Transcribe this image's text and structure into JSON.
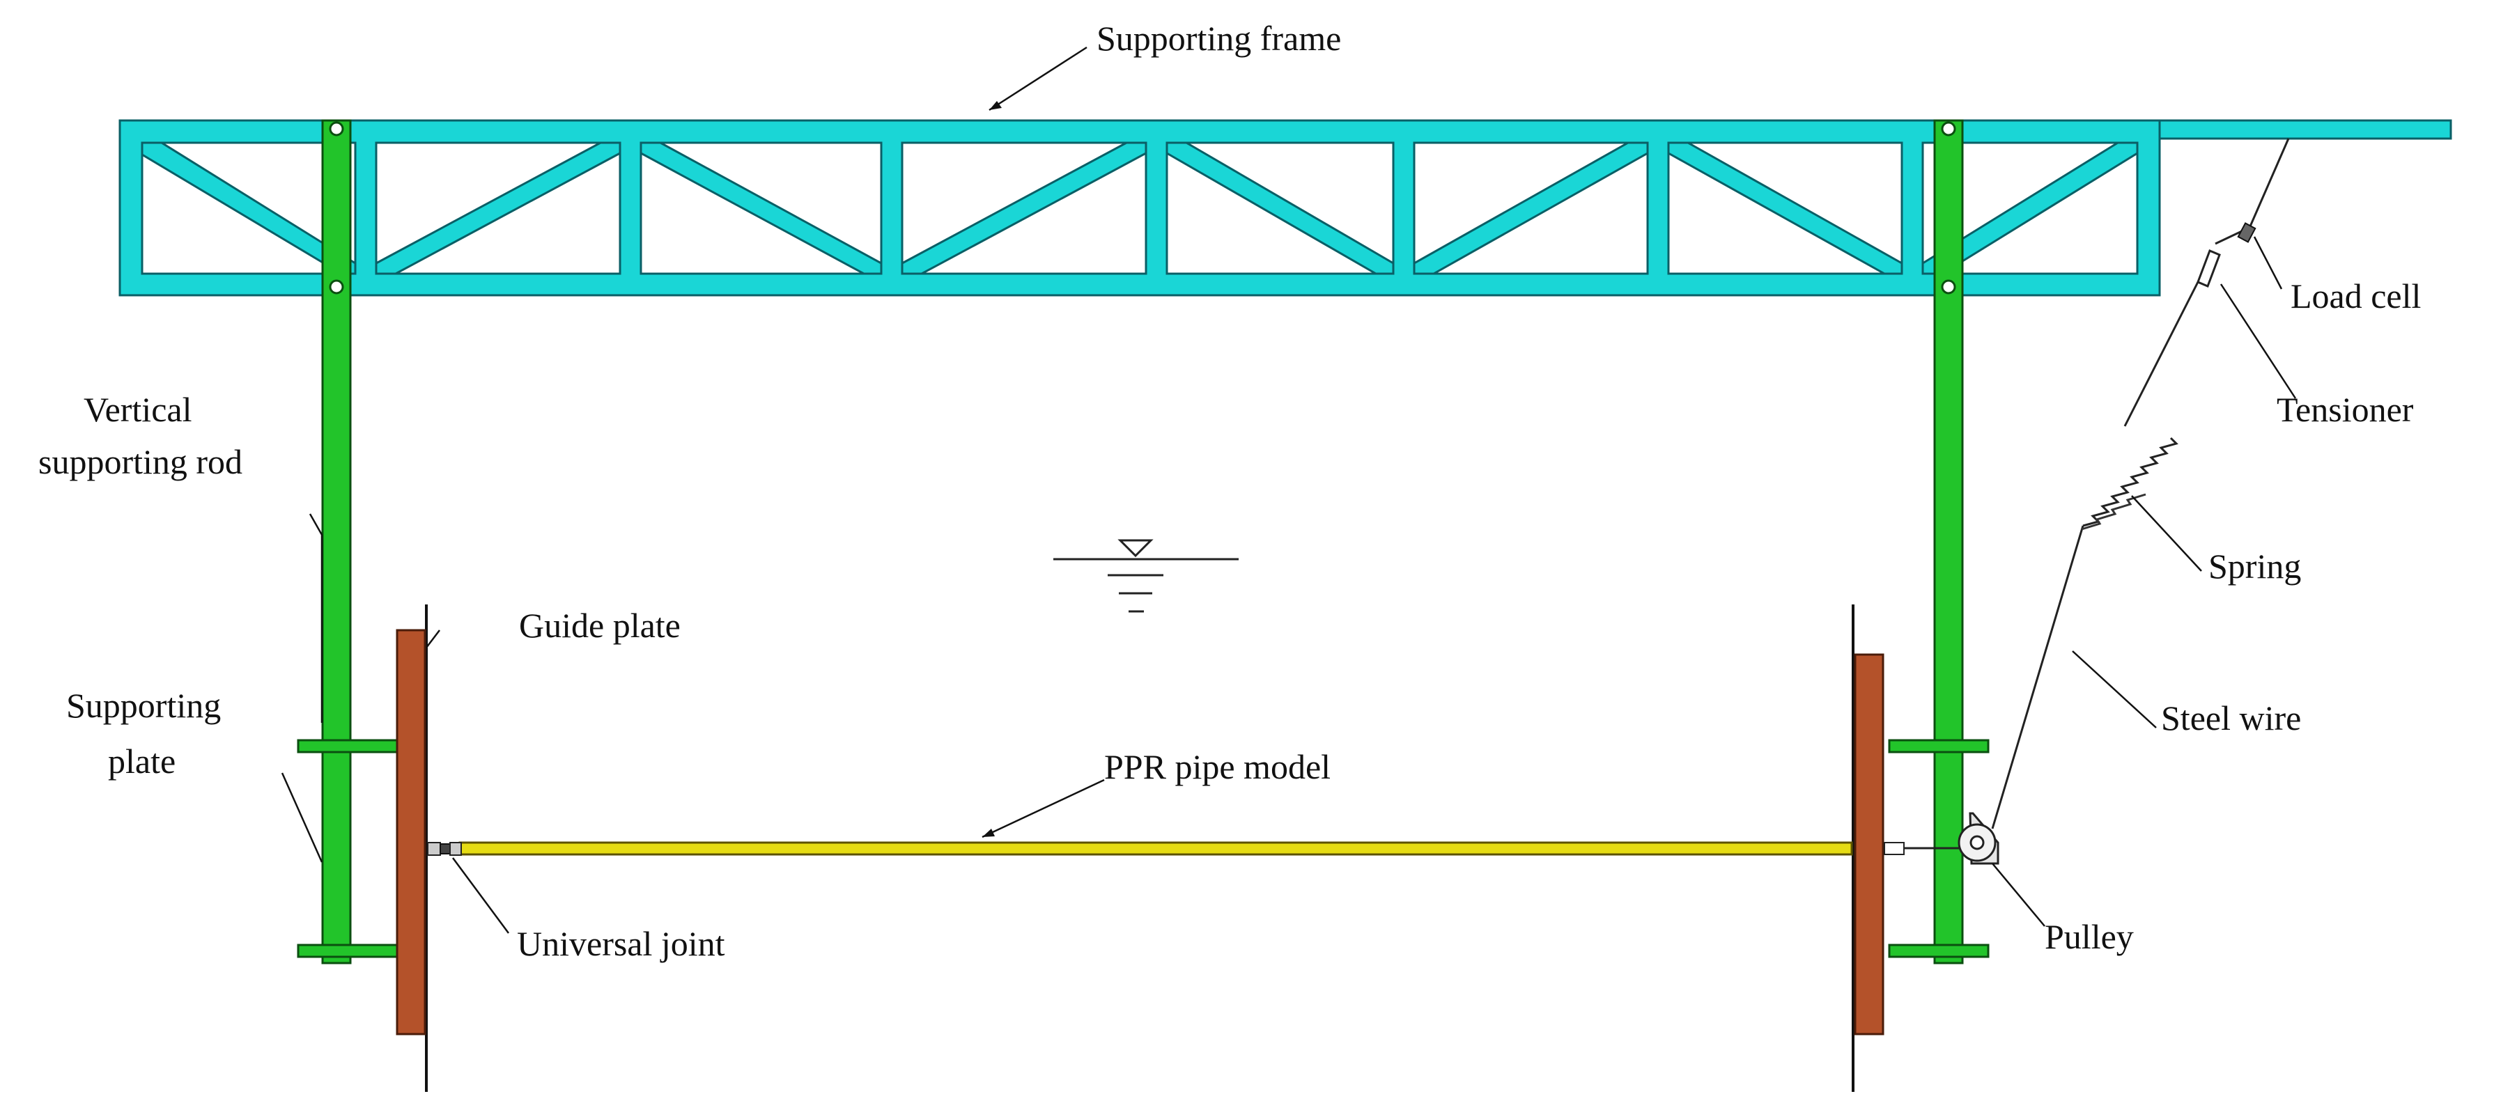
{
  "labels": {
    "supporting_frame": "Supporting frame",
    "vertical_rod_line1": "Vertical",
    "vertical_rod_line2": "supporting rod",
    "guide_plate": "Guide plate",
    "supporting_plate_line1": "Supporting",
    "supporting_plate_line2": "plate",
    "ppr_pipe_model": "PPR pipe model",
    "universal_joint": "Universal joint",
    "load_cell": "Load cell",
    "tensioner": "Tensioner",
    "spring": "Spring",
    "steel_wire": "Steel wire",
    "pulley": "Pulley"
  },
  "colors": {
    "frame": "#1ad6d6",
    "rod": "#22c42a",
    "guide_plate": "#b4522a",
    "pipe": "#e6dc14"
  },
  "icons": {
    "water_level": "water-level-triangle-symbol"
  }
}
